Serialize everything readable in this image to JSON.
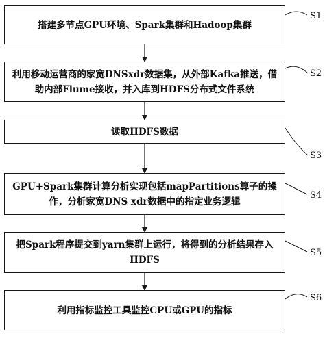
{
  "steps": [
    {
      "id": "S1",
      "label": "S1",
      "text": "搭建多节点GPU环境、Spark集群和Hadoop集群"
    },
    {
      "id": "S2",
      "label": "S2",
      "text": "利用移动运营商的家宽DNSxdr数据集，从外部Kafka推送，借助内部Flume接收，并入库到HDFS分布式文件系统"
    },
    {
      "id": "S3",
      "label": "S3",
      "text": "读取HDFS数据"
    },
    {
      "id": "S4",
      "label": "S4",
      "text": "GPU+Spark集群计算分析实现包括mapPartitions算子的操作，分析家宽DNS xdr数据中的指定业务逻辑"
    },
    {
      "id": "S5",
      "label": "S5",
      "text": "把Spark程序提交到yarn集群上运行，将得到的分析结果存入HDFS"
    },
    {
      "id": "S6",
      "label": "S6",
      "text": "利用指标监控工具监控CPU或GPU的指标"
    }
  ]
}
